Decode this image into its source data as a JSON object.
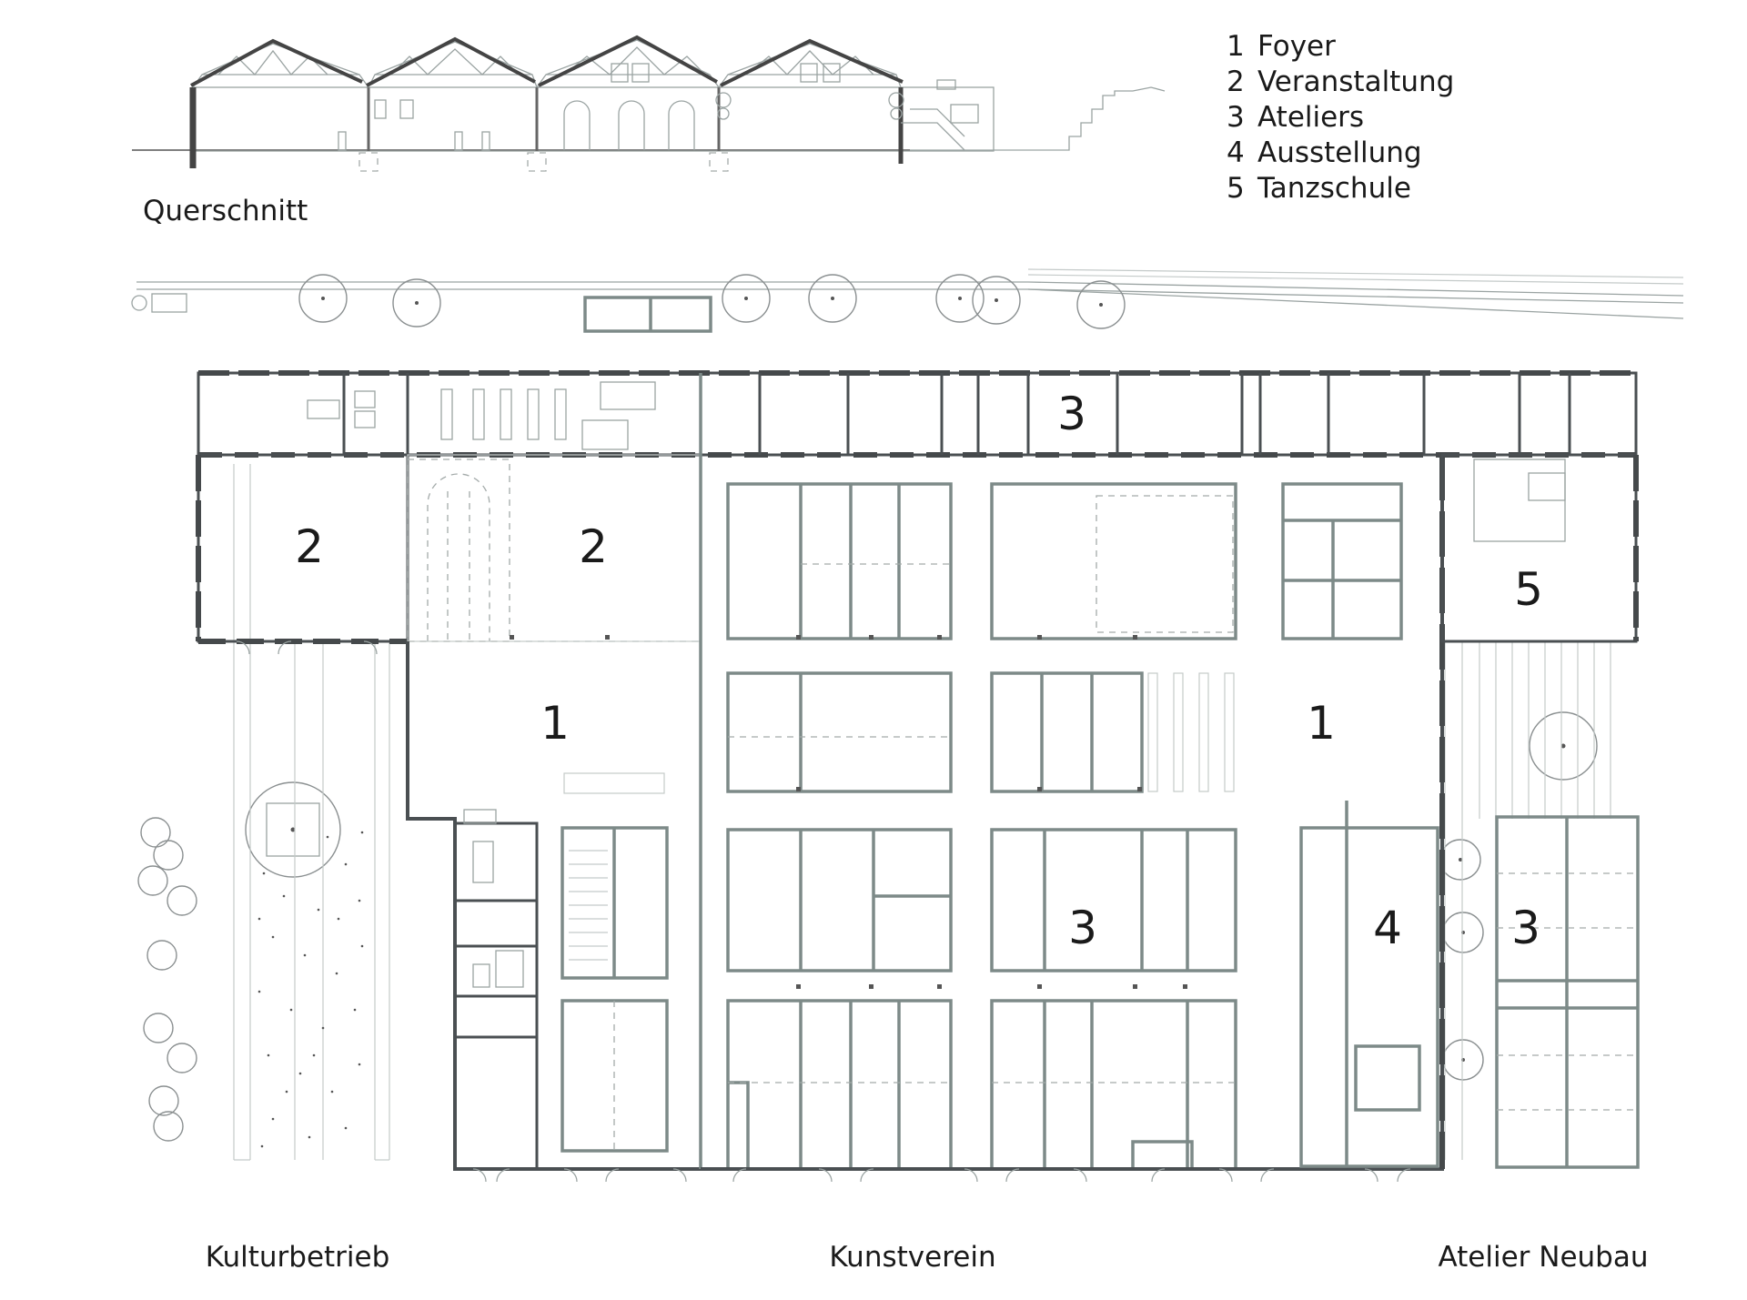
{
  "section": {
    "caption": "Querschnitt"
  },
  "legend": [
    {
      "number": "1",
      "label": "Foyer"
    },
    {
      "number": "2",
      "label": "Veranstaltung"
    },
    {
      "number": "3",
      "label": "Ateliers"
    },
    {
      "number": "4",
      "label": "Ausstellung"
    },
    {
      "number": "5",
      "label": "Tanzschule"
    }
  ],
  "rooms": {
    "veranstaltung_west": "2",
    "veranstaltung_center": "2",
    "foyer_west": "1",
    "foyer_east": "1",
    "ateliers_north": "3",
    "ateliers_center": "3",
    "ausstellung": "4",
    "tanzschule": "5",
    "ateliers_neubau": "3"
  },
  "zones": {
    "kulturbetrieb": "Kulturbetrieb",
    "kunstverein": "Kunstverein",
    "atelier_neubau": "Atelier Neubau"
  },
  "colors": {
    "wall": "#45494b",
    "partition": "#7d8a88",
    "thin": "#9aa3a2"
  }
}
